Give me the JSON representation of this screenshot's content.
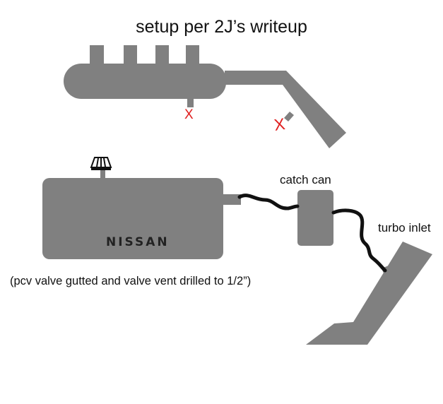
{
  "title": "setup per 2J’s writeup",
  "labels": {
    "catch_can": "catch can",
    "turbo_inlet": "turbo inlet",
    "valve_cover_logo": "NISSAN",
    "note": "(pcv valve gutted and valve vent drilled to 1/2”)"
  },
  "blocked_ports": [
    "X",
    "X"
  ],
  "colors": {
    "component_fill": "#808080",
    "hose": "#111111",
    "blocked_mark": "#e02020",
    "background": "#ffffff"
  }
}
